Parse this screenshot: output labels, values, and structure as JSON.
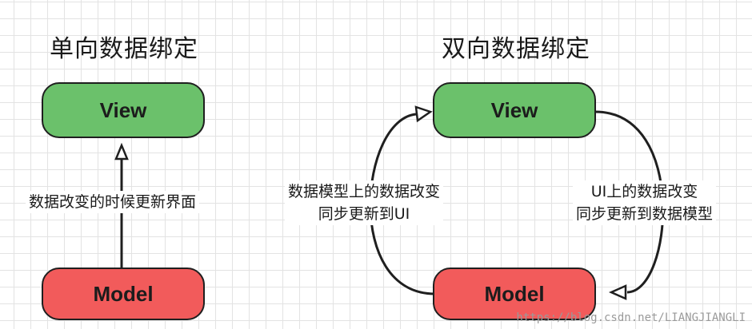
{
  "left": {
    "title": "单向数据绑定",
    "view_label": "View",
    "model_label": "Model",
    "arrow_label": "数据改变的时候更新界面"
  },
  "right": {
    "title": "双向数据绑定",
    "view_label": "View",
    "model_label": "Model",
    "left_arrow_label_line1": "数据模型上的数据改变",
    "left_arrow_label_line2": "同步更新到UI",
    "right_arrow_label_line1": "UI上的数据改变",
    "right_arrow_label_line2": "同步更新到数据模型"
  },
  "watermark": "https://blog.csdn.net/LIANGJIANGLI",
  "colors": {
    "view_fill": "#6bc16b",
    "model_fill": "#f25b5b",
    "stroke": "#1f1f1f"
  }
}
